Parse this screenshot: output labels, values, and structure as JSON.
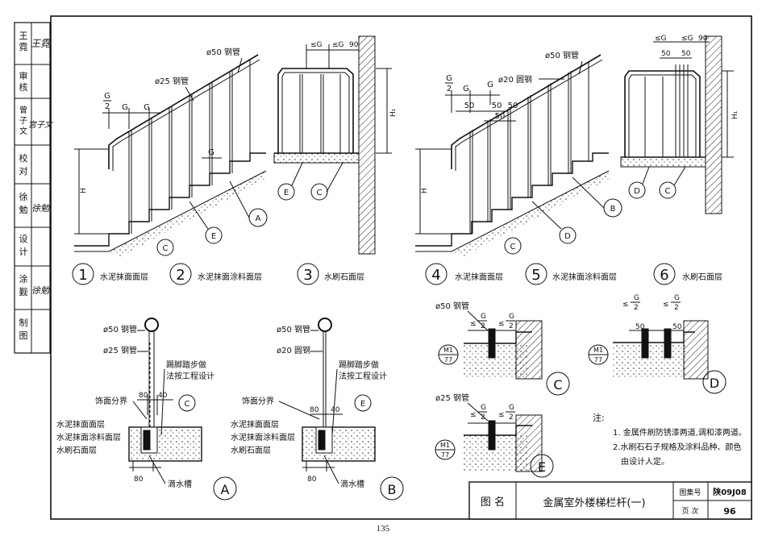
{
  "sidebar": {
    "row1": [
      "王",
      "霓"
    ],
    "row2": [
      "审",
      "核"
    ],
    "row3": [
      "曾",
      "子",
      "文"
    ],
    "row4": [
      "校",
      "对"
    ],
    "row5": [
      "徐",
      "勉"
    ],
    "row6": [
      "设",
      "计"
    ],
    "row7": [
      "涂",
      "觐"
    ],
    "row8": [
      "制",
      "图"
    ],
    "signatures": [
      "王霓",
      "宫子文",
      "徐勉",
      "徐勉"
    ]
  },
  "dims": {
    "g": "G",
    "g_half_num": "G",
    "g_half_den": "2",
    "n90": "90",
    "n50": "50",
    "n80": "80",
    "n40": "40",
    "h": "H",
    "h1": "H₁",
    "le_g": "≤G",
    "le": "≤"
  },
  "labels": {
    "pipe50": "ø50 钢管",
    "pipe25": "ø25 钢管",
    "bar20": "ø20 圆钢",
    "kick": "踢脚踏步做",
    "kick2": "法按工程设计",
    "finish_div": "饰面分界",
    "layer1": "水泥抹面面层",
    "layer2": "水泥抹面涂料面层",
    "layer3": "水刷石面层",
    "drip": "滴水槽"
  },
  "details": {
    "A": "A",
    "B": "B",
    "C": "C",
    "D": "D",
    "E": "E",
    "M1": "M1",
    "n77": "77"
  },
  "captions": [
    {
      "num": "1",
      "text": "水泥抹面面层"
    },
    {
      "num": "2",
      "text": "水泥抹面涂料面层"
    },
    {
      "num": "3",
      "text": "水刷石面层"
    },
    {
      "num": "4",
      "text": "水泥抹面面层"
    },
    {
      "num": "5",
      "text": "水泥抹面涂料面层"
    },
    {
      "num": "6",
      "text": "水刷石面层"
    }
  ],
  "notes": {
    "title": "注:",
    "n1": "1. 金属件刷防锈漆两道,调和漆两道。",
    "n2": "2.水刷石石子规格及涂料品种、颜色",
    "n3": "由设计人定。"
  },
  "title_block": {
    "label_name": "图 名",
    "title": "金属室外楼梯栏杆(一)",
    "label_set": "图集号",
    "set_no": "陕09J08",
    "label_page": "页 次",
    "page_no": "96"
  },
  "page_number": "135"
}
